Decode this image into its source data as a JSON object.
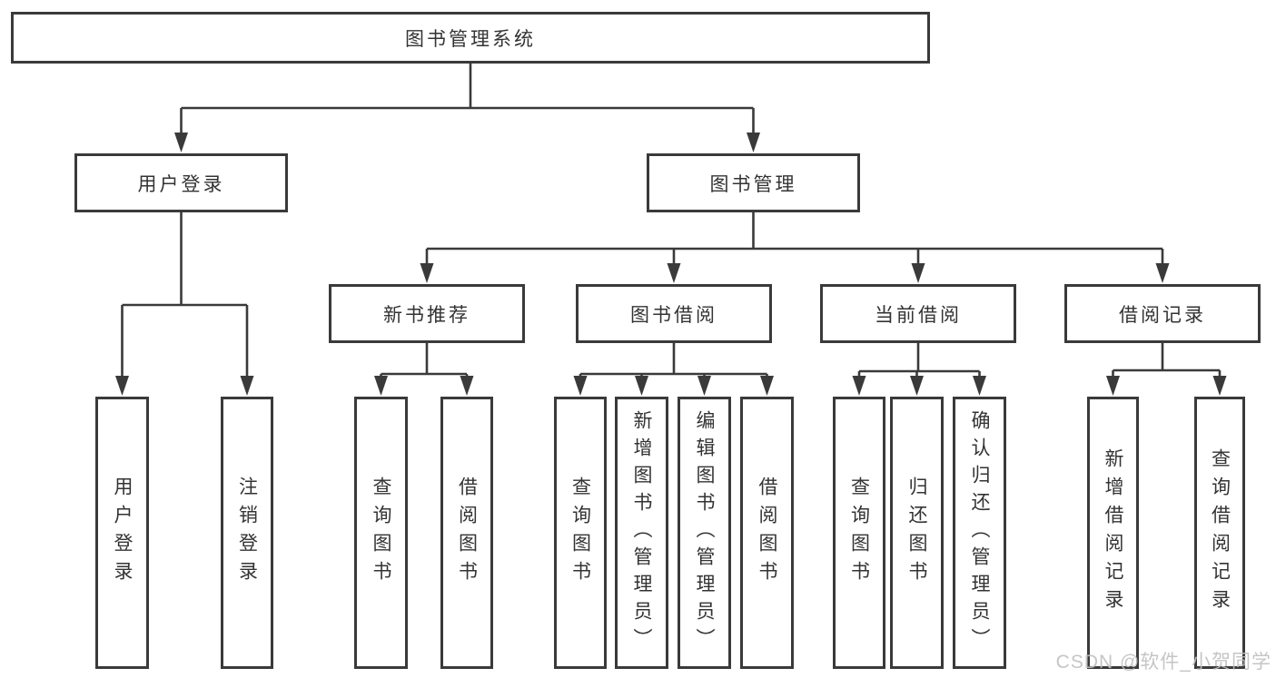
{
  "colors": {
    "line": "#3a3a3a",
    "text": "#333333",
    "background": "#ffffff",
    "watermark": "#bfbfbf"
  },
  "watermark": {
    "text": "CSDN @软件_小贺同学"
  },
  "tree": {
    "root": {
      "label": "图书管理系统",
      "children": [
        {
          "label": "用户登录",
          "children": [
            {
              "label": "用户登录"
            },
            {
              "label": "注销登录"
            }
          ]
        },
        {
          "label": "图书管理",
          "children": [
            {
              "label": "新书推荐",
              "children": [
                {
                  "label": "查询图书"
                },
                {
                  "label": "借阅图书"
                }
              ]
            },
            {
              "label": "图书借阅",
              "children": [
                {
                  "label": "查询图书"
                },
                {
                  "label": "新增图书（管理员）"
                },
                {
                  "label": "编辑图书（管理员）"
                },
                {
                  "label": "借阅图书"
                }
              ]
            },
            {
              "label": "当前借阅",
              "children": [
                {
                  "label": "查询图书"
                },
                {
                  "label": "归还图书"
                },
                {
                  "label": "确认归还（管理员）"
                }
              ]
            },
            {
              "label": "借阅记录",
              "children": [
                {
                  "label": "新增借阅记录"
                },
                {
                  "label": "查询借阅记录"
                }
              ]
            }
          ]
        }
      ]
    }
  }
}
